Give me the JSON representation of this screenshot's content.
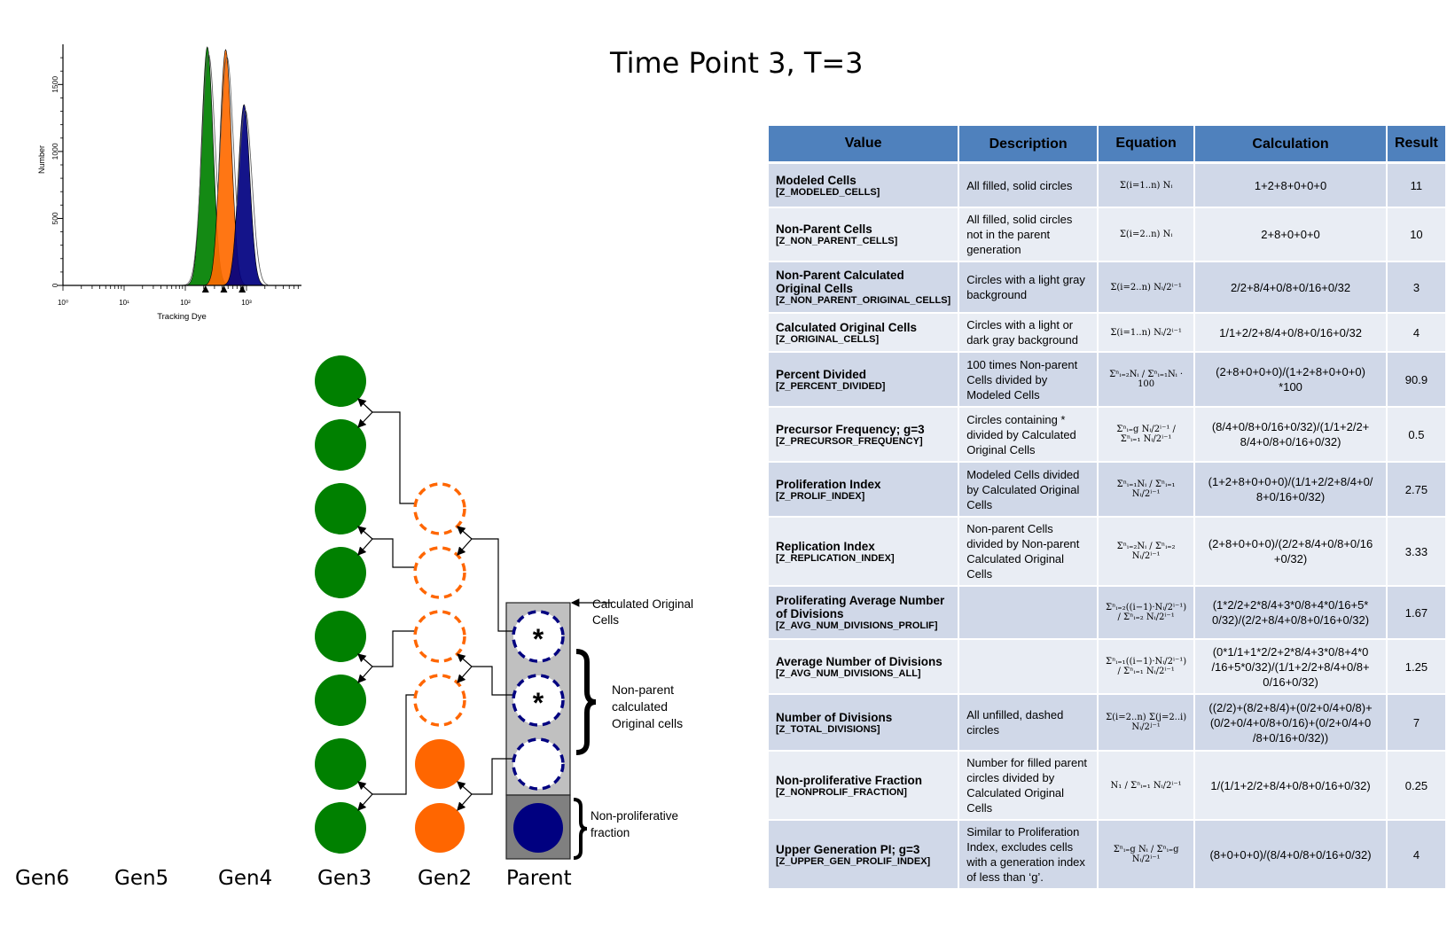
{
  "title": "Time Point 3, T=3",
  "histogram": {
    "y_axis_label": "Number",
    "x_axis_label": "Tracking Dye",
    "y_ticks": [
      "0",
      "500",
      "1000",
      "1500"
    ],
    "x_ticks": [
      "10⁰",
      "10¹",
      "10²",
      "10³"
    ],
    "series": [
      {
        "name": "Gen3",
        "color": "#008000",
        "peak_log10": 2.36,
        "peak_count": 1780
      },
      {
        "name": "Gen2",
        "color": "#ff6a00",
        "peak_log10": 2.66,
        "peak_count": 1760
      },
      {
        "name": "Parent",
        "color": "#000080",
        "peak_log10": 2.96,
        "peak_count": 1350
      }
    ],
    "y_max": 1800
  },
  "diagram": {
    "generations": [
      "Gen6",
      "Gen5",
      "Gen4",
      "Gen3",
      "Gen2",
      "Parent"
    ],
    "colors": {
      "gen3": "#008000",
      "gen2": "#ff6600",
      "parent": "#000080",
      "light_gray": "#c0c0c0",
      "dark_gray": "#808080"
    },
    "annotations": {
      "calculated_original": "Calculated Original Cells",
      "non_parent_calculated": "Non-parent calculated Original cells",
      "non_proliferative": "Non-proliferative fraction"
    },
    "asterisk": "*"
  },
  "table": {
    "headers": [
      "Value",
      "Description",
      "Equation",
      "Calculation",
      "Result"
    ],
    "rows": [
      {
        "name": "Modeled Cells",
        "code": "[Z_MODELED_CELLS]",
        "description": "All filled, solid circles",
        "equation": "Σ(i=1..n) Nᵢ",
        "calculation": "1+2+8+0+0+0",
        "result": "11"
      },
      {
        "name": "Non-Parent Cells",
        "code": "[Z_NON_PARENT_CELLS]",
        "description": "All filled, solid circles not in the parent generation",
        "equation": "Σ(i=2..n) Nᵢ",
        "calculation": "2+8+0+0+0",
        "result": "10"
      },
      {
        "name": "Non-Parent Calculated Original Cells",
        "code": "[Z_NON_PARENT_ORIGINAL_CELLS]",
        "description": "Circles with a light gray background",
        "equation": "Σ(i=2..n) Nᵢ/2ⁱ⁻¹",
        "calculation": "2/2+8/4+0/8+0/16+0/32",
        "result": "3"
      },
      {
        "name": "Calculated Original Cells",
        "code": "[Z_ORIGINAL_CELLS]",
        "description": "Circles with a light or dark gray background",
        "equation": "Σ(i=1..n) Nᵢ/2ⁱ⁻¹",
        "calculation": "1/1+2/2+8/4+0/8+0/16+0/32",
        "result": "4"
      },
      {
        "name": "Percent Divided",
        "code": "[Z_PERCENT_DIVIDED]",
        "description": "100 times Non-parent Cells divided by Modeled Cells",
        "equation": "Σⁿᵢ₌₂Nᵢ / Σⁿᵢ₌₁Nᵢ · 100",
        "calculation": "(2+8+0+0+0)/(1+2+8+0+0+0) *100",
        "result": "90.9"
      },
      {
        "name": "Precursor Frequency; g=3",
        "code": "[Z_PRECURSOR_FREQUENCY]",
        "description": "Circles containing * divided by Calculated Original Cells",
        "equation": "Σⁿᵢ₌g Nᵢ/2ⁱ⁻¹ / Σⁿᵢ₌₁ Nᵢ/2ⁱ⁻¹",
        "calculation": "(8/4+0/8+0/16+0/32)/(1/1+2/2+ 8/4+0/8+0/16+0/32)",
        "result": "0.5"
      },
      {
        "name": "Proliferation Index",
        "code": "[Z_PROLIF_INDEX]",
        "description": "Modeled Cells divided by Calculated Original Cells",
        "equation": "Σⁿᵢ₌₁Nᵢ / Σⁿᵢ₌₁ Nᵢ/2ⁱ⁻¹",
        "calculation": "(1+2+8+0+0+0)/(1/1+2/2+8/4+0/ 8+0/16+0/32)",
        "result": "2.75"
      },
      {
        "name": "Replication Index",
        "code": "[Z_REPLICATION_INDEX]",
        "description": "Non-parent Cells divided by Non-parent Calculated Original Cells",
        "equation": "Σⁿᵢ₌₂Nᵢ / Σⁿᵢ₌₂ Nᵢ/2ⁱ⁻¹",
        "calculation": "(2+8+0+0+0)/(2/2+8/4+0/8+0/16 +0/32)",
        "result": "3.33"
      },
      {
        "name": "Proliferating Average Number of Divisions",
        "code": "[Z_AVG_NUM_DIVISIONS_PROLIF]",
        "description": "",
        "equation": "Σⁿᵢ₌₂((i−1)·Nᵢ/2ⁱ⁻¹) / Σⁿᵢ₌₂ Nᵢ/2ⁱ⁻¹",
        "calculation": "(1*2/2+2*8/4+3*0/8+4*0/16+5* 0/32)/(2/2+8/4+0/8+0/16+0/32)",
        "result": "1.67"
      },
      {
        "name": "Average Number of Divisions",
        "code": "[Z_AVG_NUM_DIVISIONS_ALL]",
        "description": "",
        "equation": "Σⁿᵢ₌₁((i−1)·Nᵢ/2ⁱ⁻¹) / Σⁿᵢ₌₁ Nᵢ/2ⁱ⁻¹",
        "calculation": "(0*1/1+1*2/2+2*8/4+3*0/8+4*0 /16+5*0/32)/(1/1+2/2+8/4+0/8+ 0/16+0/32)",
        "result": "1.25"
      },
      {
        "name": "Number of Divisions",
        "code": "[Z_TOTAL_DIVISIONS]",
        "description": "All unfilled, dashed circles",
        "equation": "Σ(i=2..n) Σ(j=2..i) Nᵢ/2ʲ⁻¹",
        "calculation": "((2/2)+(8/2+8/4)+(0/2+0/4+0/8)+ (0/2+0/4+0/8+0/16)+(0/2+0/4+0 /8+0/16+0/32))",
        "result": "7"
      },
      {
        "name": "Non-proliferative Fraction",
        "code": "[Z_NONPROLIF_FRACTION]",
        "description": "Number for filled parent circles divided by Calculated Original Cells",
        "equation": "N₁ / Σⁿᵢ₌₁ Nᵢ/2ⁱ⁻¹",
        "calculation": "1/(1/1+2/2+8/4+0/8+0/16+0/32)",
        "result": "0.25"
      },
      {
        "name": "Upper Generation PI; g=3",
        "code": "[Z_UPPER_GEN_PROLIF_INDEX]",
        "description": "Similar to Proliferation Index, excludes cells with a generation index of less than ‘g’.",
        "equation": "Σⁿᵢ₌g Nᵢ / Σⁿᵢ₌g Nᵢ/2ⁱ⁻¹",
        "calculation": "(8+0+0+0)/(8/4+0/8+0/16+0/32)",
        "result": "4"
      }
    ]
  }
}
